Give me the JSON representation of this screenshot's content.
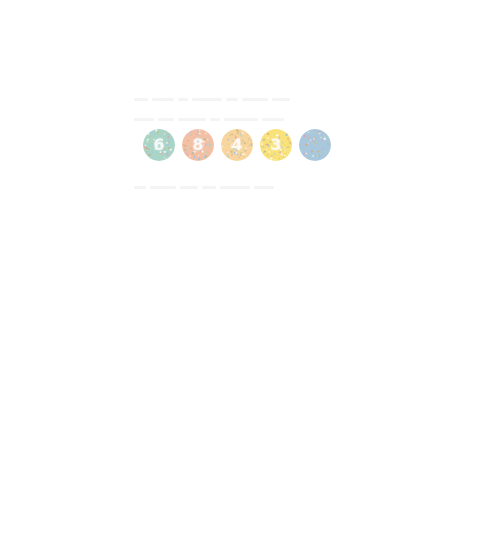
{
  "captcha": {
    "tiles": [
      {
        "digit": "6",
        "color": "#a9d4c8",
        "icon": "speckled-disc"
      },
      {
        "digit": "8",
        "color": "#f3c0a6",
        "icon": "speckled-disc"
      },
      {
        "digit": "4",
        "color": "#f7d59c",
        "icon": "speckled-disc"
      },
      {
        "digit": "3",
        "color": "#f9e27a",
        "icon": "speckled-disc"
      },
      {
        "digit": "",
        "color": "#a9c7dd",
        "icon": "speckled-disc"
      }
    ]
  }
}
